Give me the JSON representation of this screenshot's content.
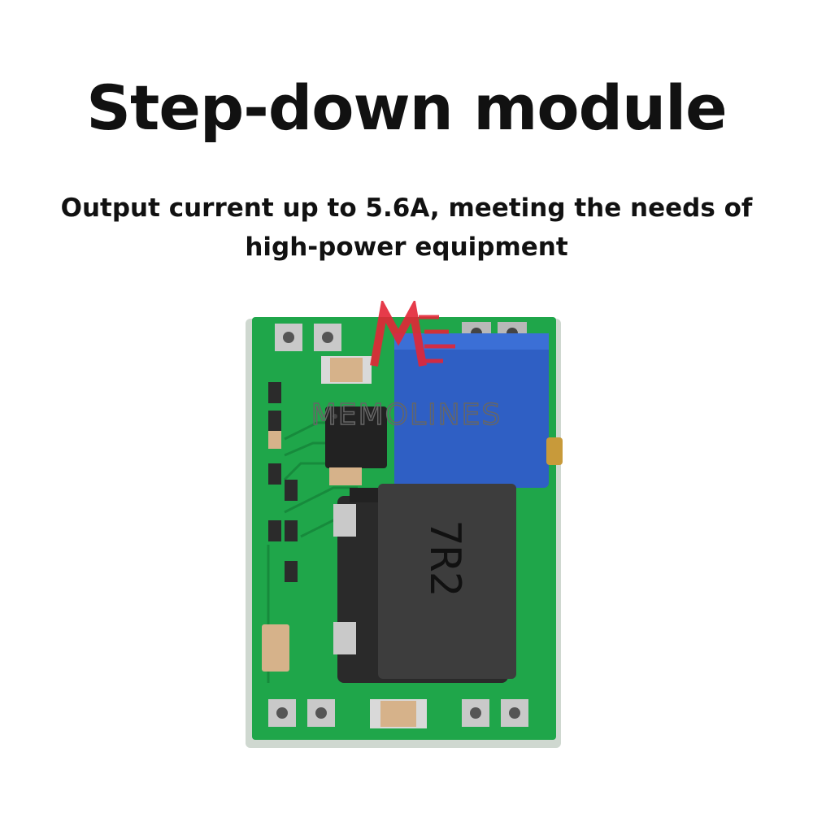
{
  "header": {
    "title": "Step-down module",
    "subtitle_line1": "Output current up to 5.6A, meeting the needs of",
    "subtitle_line2": "high-power equipment"
  },
  "product": {
    "inductor_marking": "7R2",
    "watermark_text": "MEMOLINES",
    "board_color": "#1fa64a",
    "potentiometer_color": "#2f5fc4",
    "inductor_color": "#3d3d3d",
    "logo_color": "#e32636"
  }
}
